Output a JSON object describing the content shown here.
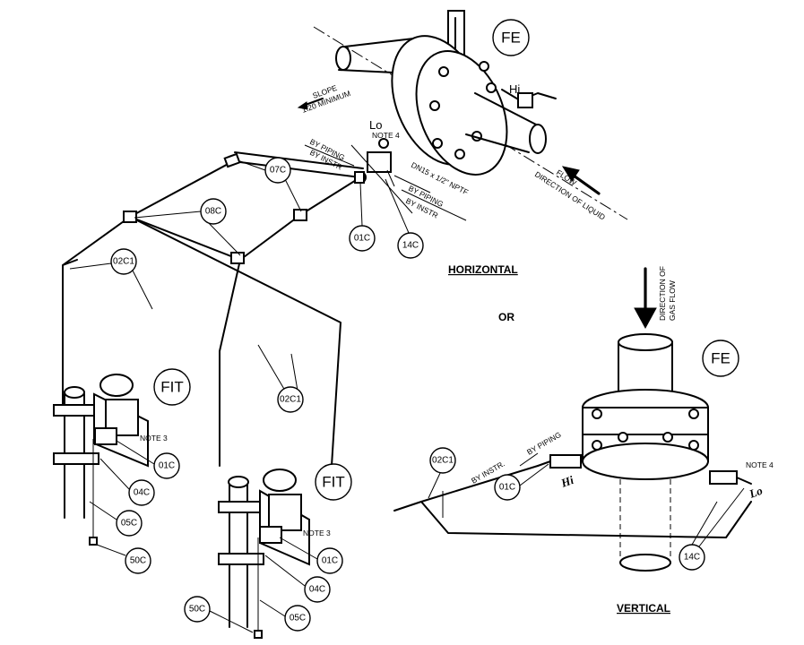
{
  "horizontal_section": {
    "title": "HORIZONTAL",
    "tags": {
      "fe": "FE",
      "hi": "Hi",
      "lo": "Lo",
      "c07": "07C",
      "c08": "08C",
      "c01": "01C",
      "c14": "14C",
      "c02c1": "02C1"
    },
    "slope_line1": "SLOPE",
    "slope_line2": "1:20 MINIMUM",
    "by_piping": "BY PIPING",
    "by_instr": "BY INSTR",
    "note4": "NOTE 4",
    "dn_label": "DN15 x 1/2\" NPTF",
    "by_piping2": "BY PIPING",
    "by_instr2": "BY INSTR",
    "direction_line1": "DIRECTION  OF LIQUID",
    "direction_line2": "FLOW"
  },
  "or_label": "OR",
  "vertical_section": {
    "title": "VERTICAL",
    "tags": {
      "fe": "FE",
      "c02c1": "02C1",
      "c01": "01C",
      "c14": "14C"
    },
    "hi": "Hi",
    "lo": "Lo",
    "by_instr": "BY INSTR.",
    "by_piping": "BY PIPING",
    "note4": "NOTE 4",
    "direction_line1": "DIRECTION OF",
    "direction_line2": "GAS FLOW"
  },
  "transmitter_left": {
    "tags": {
      "fit": "FIT",
      "c01": "01C",
      "c04": "04C",
      "c05": "05C",
      "c50": "50C",
      "c02c1": "02C1"
    },
    "note3": "NOTE 3"
  },
  "transmitter_right": {
    "tags": {
      "fit": "FIT",
      "c01": "01C",
      "c04": "04C",
      "c05": "05C",
      "c50": "50C",
      "c02c1": "02C1"
    },
    "note3": "NOTE 3"
  }
}
